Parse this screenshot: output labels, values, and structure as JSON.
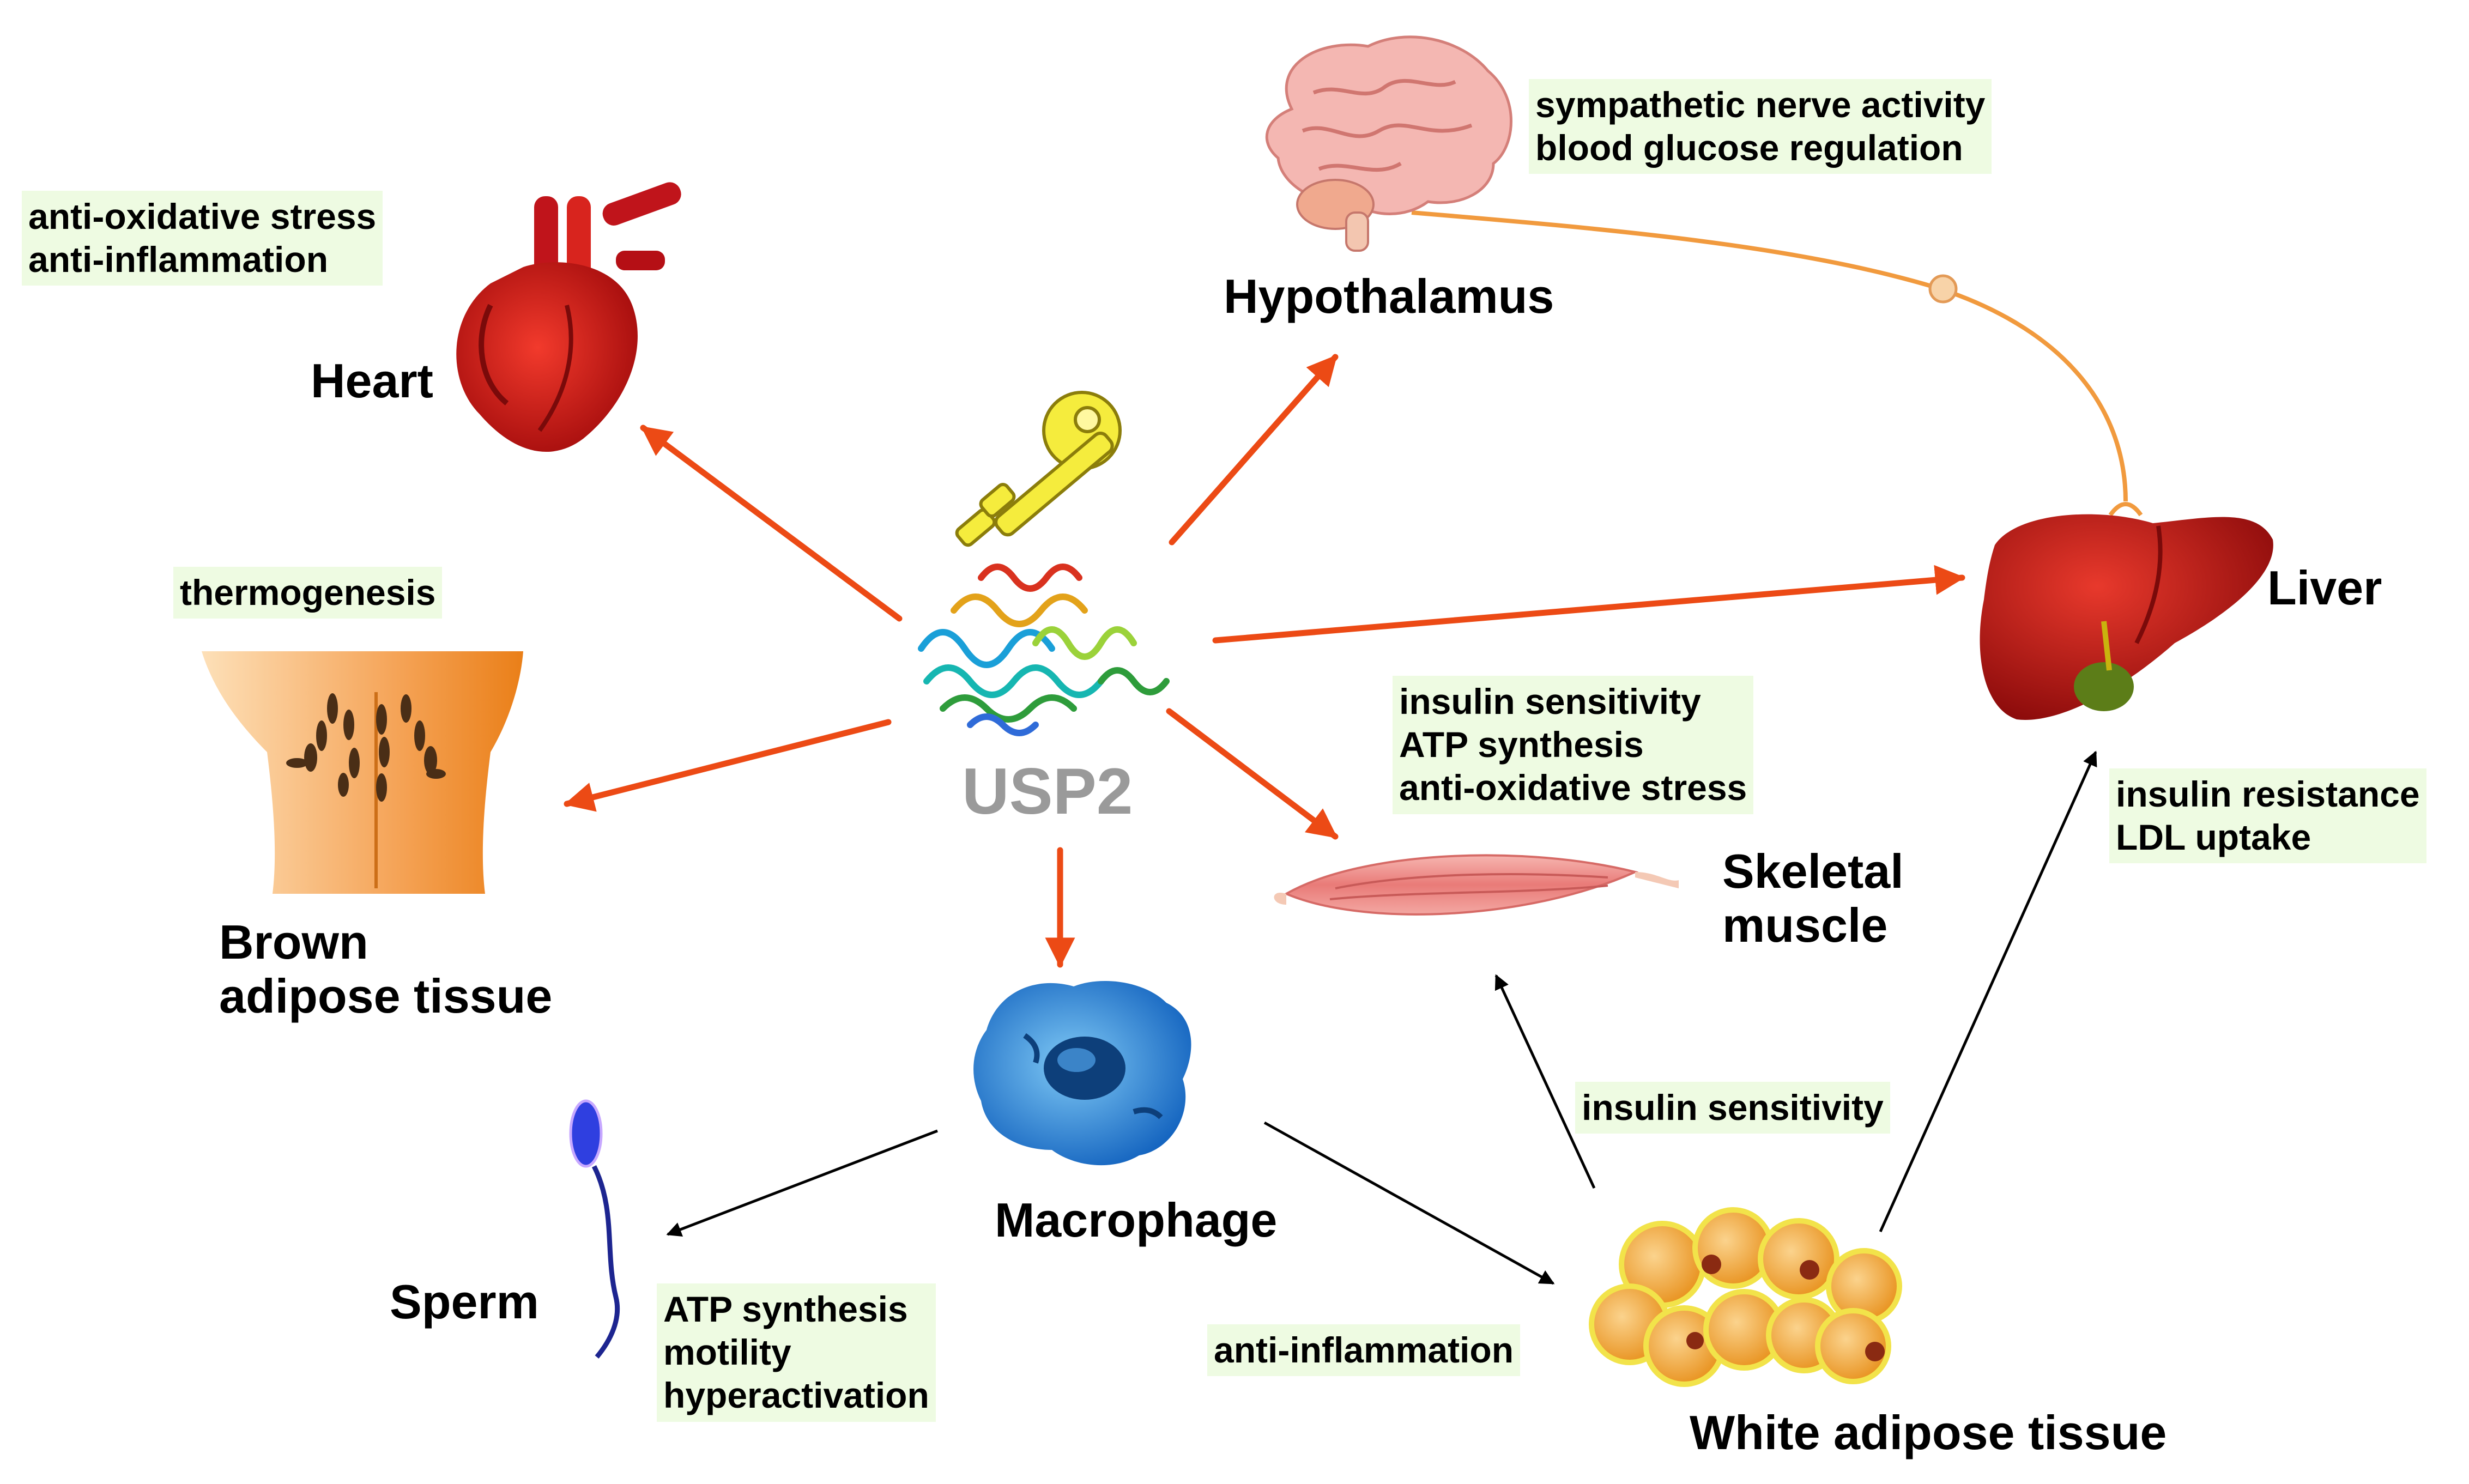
{
  "center": {
    "label": "USP2"
  },
  "organs": {
    "heart": "Heart",
    "hypothalamus": "Hypothalamus",
    "liver": "Liver",
    "brown_adipose": [
      "Brown",
      "adipose tissue"
    ],
    "skeletal_muscle": [
      "Skeletal",
      "muscle"
    ],
    "macrophage": "Macrophage",
    "sperm": "Sperm",
    "white_adipose": "White adipose tissue"
  },
  "notes": {
    "heart": [
      "anti-oxidative stress",
      "anti-inflammation"
    ],
    "hypothalamus": [
      "sympathetic nerve activity",
      "blood glucose regulation"
    ],
    "brown_adipose": [
      "thermogenesis"
    ],
    "skeletal_muscle": [
      "insulin sensitivity",
      "ATP synthesis",
      "anti-oxidative stress"
    ],
    "liver": [
      "insulin resistance",
      "LDL uptake"
    ],
    "wat_to_muscle": [
      "insulin sensitivity"
    ],
    "macrophage_to_wat": [
      "anti-inflammation"
    ],
    "sperm": [
      "ATP synthesis",
      "motility",
      "hyperactivation"
    ]
  },
  "colors": {
    "usp2_arrow": "#ec4a15",
    "secondary_arrow": "#000000",
    "neural_link": "#f19a3e",
    "note_bg": "#eefbe2",
    "usp2_text": "#9a9a9a"
  }
}
